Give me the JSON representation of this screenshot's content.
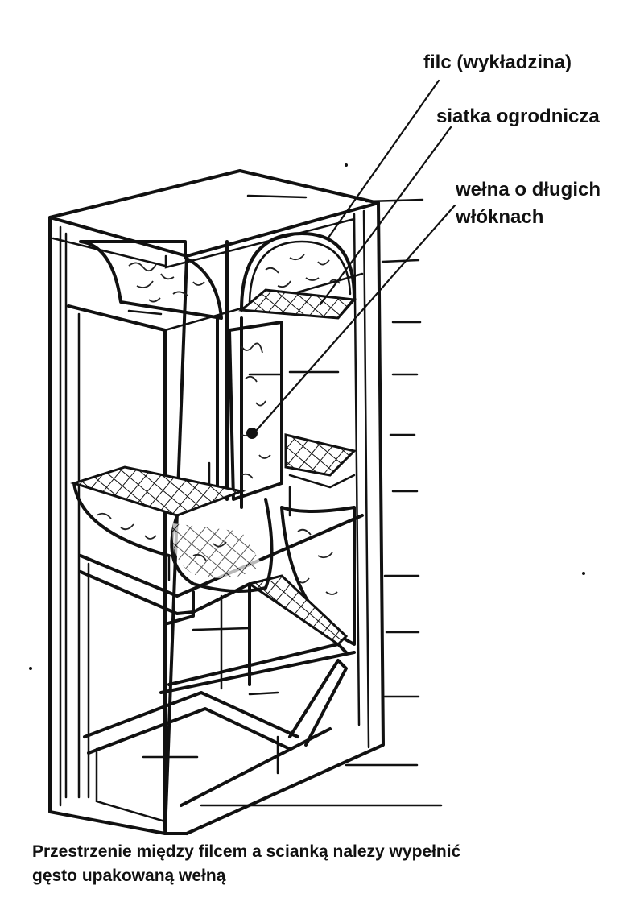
{
  "labels": {
    "felt": "filc (wykładzina)",
    "mesh": "siatka ogrodnicza",
    "wool_line1": "wełna o długich",
    "wool_line2": "włóknach"
  },
  "caption": {
    "line1": "Przestrzenie między filcem a scianką nalezy wypełnić",
    "line2": "gęsto upakowaną wełną"
  },
  "colors": {
    "ink": "#111111",
    "paper": "#ffffff"
  }
}
